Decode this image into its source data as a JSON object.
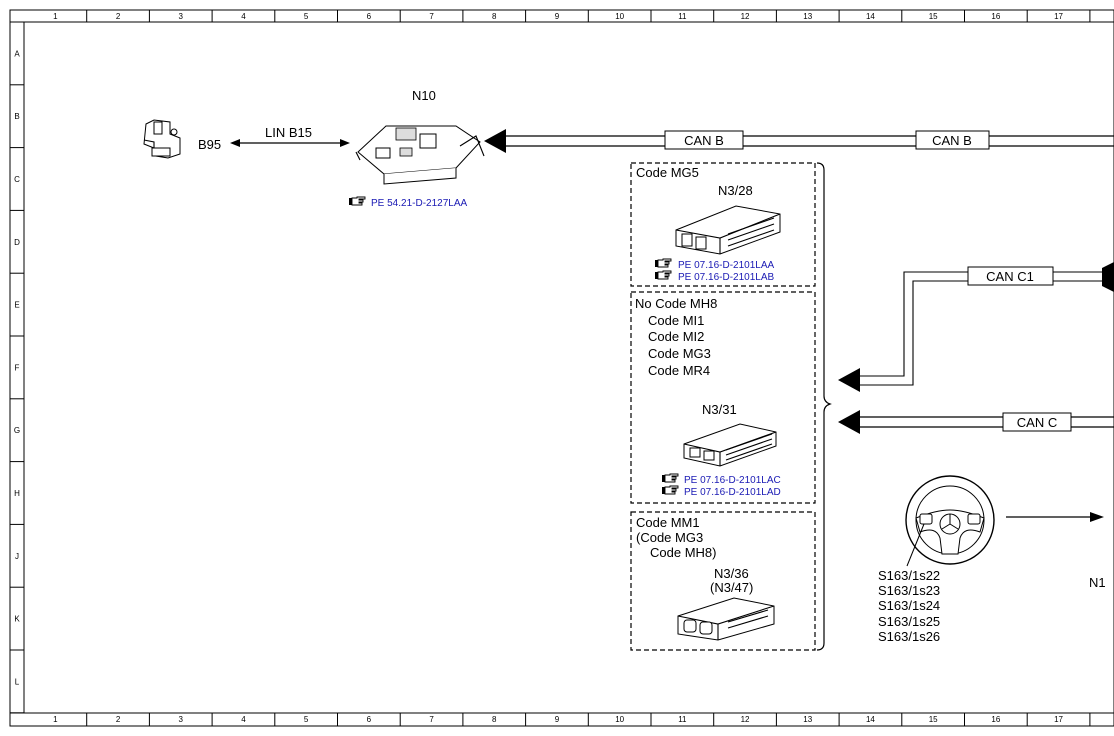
{
  "grid": {
    "columns": [
      "1",
      "2",
      "3",
      "4",
      "5",
      "6",
      "7",
      "8",
      "9",
      "10",
      "11",
      "12",
      "13",
      "14",
      "15",
      "16",
      "17"
    ],
    "rows": [
      "A",
      "B",
      "C",
      "D",
      "E",
      "F",
      "G",
      "H",
      "J",
      "K",
      "L"
    ]
  },
  "components": {
    "b95": {
      "label": "B95"
    },
    "lin": {
      "label": "LIN B15"
    },
    "n10": {
      "label": "N10",
      "ref": "PE 54.21-D-2127LAA"
    },
    "can_b_1": {
      "label": "CAN B"
    },
    "can_b_2": {
      "label": "CAN B"
    },
    "can_c1": {
      "label": "CAN C1"
    },
    "can_c": {
      "label": "CAN C"
    },
    "group_mg5": {
      "code": "Code MG5",
      "unit": "N3/28",
      "refs": [
        "PE 07.16-D-2101LAA",
        "PE 07.16-D-2101LAB"
      ]
    },
    "group_mh8": {
      "codes": [
        "No Code MH8",
        "Code MI1",
        "Code MI2",
        "Code MG3",
        "Code MR4"
      ],
      "unit": "N3/31",
      "refs": [
        "PE 07.16-D-2101LAC",
        "PE 07.16-D-2101LAD"
      ]
    },
    "group_mm1": {
      "codes": [
        "Code MM1",
        "(Code MG3",
        "Code MH8)"
      ],
      "unit": "N3/36",
      "unit_alt": "(N3/47)"
    },
    "steering": {
      "labels": [
        "S163/1s22",
        "S163/1s23",
        "S163/1s24",
        "S163/1s25",
        "S163/1s26"
      ],
      "target": "N1"
    }
  },
  "icons": {
    "reference": "pointing-hand-icon",
    "sensor": "sensor-b95-icon",
    "module": "control-unit-icon",
    "wheel": "steering-wheel-icon"
  },
  "colors": {
    "reference_text": "#1a1ab4",
    "line": "#000000"
  }
}
